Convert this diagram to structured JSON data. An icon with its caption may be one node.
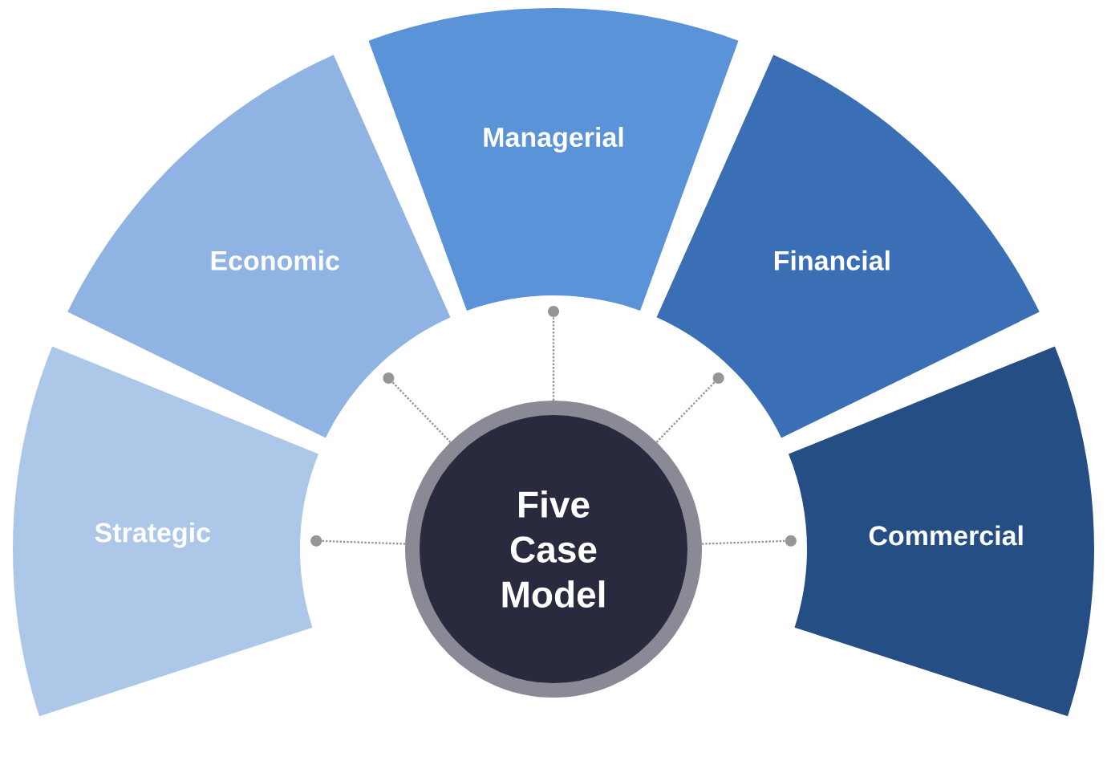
{
  "diagram": {
    "nodes": [
      {
        "text": [
          "Five Case Model"
        ]
      },
      {
        "text": [
          "Strategic"
        ]
      },
      {
        "text": [
          "Economic"
        ]
      },
      {
        "text": [
          "Managerial"
        ]
      },
      {
        "text": [
          "Financial"
        ]
      },
      {
        "text": [
          "Commercial"
        ]
      }
    ],
    "edges": [
      {
        "from": 0,
        "to": 1,
        "arrow": "other",
        "style": "dashed"
      },
      {
        "from": 0,
        "to": 2,
        "arrow": "other",
        "style": "dashed"
      },
      {
        "from": 0,
        "to": 3,
        "arrow": "other",
        "style": "dashed"
      },
      {
        "from": 0,
        "to": 4,
        "arrow": "other",
        "style": "dashed"
      },
      {
        "from": 0,
        "to": 5,
        "arrow": "other",
        "style": "dashed"
      }
    ]
  }
}
